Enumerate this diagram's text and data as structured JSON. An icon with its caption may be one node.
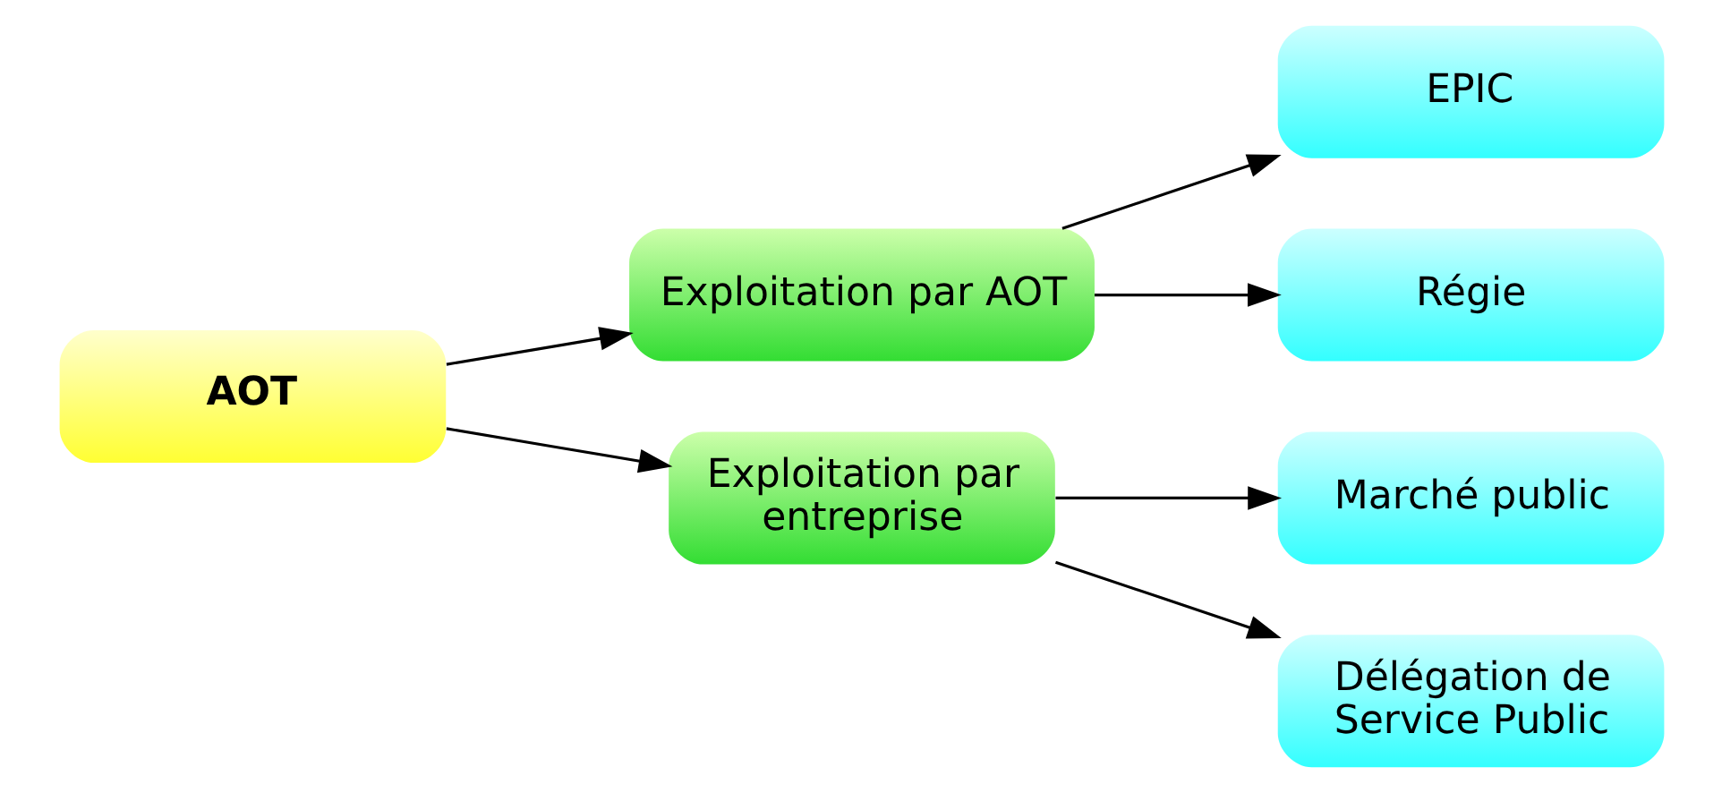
{
  "diagram": {
    "nodes": [
      {
        "text": [
          "AOT"
        ]
      },
      {
        "text": [
          "Exploitation par AOT"
        ]
      },
      {
        "text": [
          "Exploitation par entreprise"
        ]
      },
      {
        "text": [
          "EPIC"
        ]
      },
      {
        "text": [
          "Régie"
        ]
      },
      {
        "text": [
          "Marché public"
        ]
      },
      {
        "text": [
          "Délégation de Service Public"
        ]
      }
    ],
    "edges": [
      {
        "from": 0,
        "to": 1,
        "arrow": "to"
      },
      {
        "from": 0,
        "to": 2,
        "arrow": "to"
      },
      {
        "from": 1,
        "to": 3,
        "arrow": "to"
      },
      {
        "from": 1,
        "to": 4,
        "arrow": "to"
      },
      {
        "from": 2,
        "to": 5,
        "arrow": "to"
      },
      {
        "from": 2,
        "to": 6,
        "arrow": "to"
      }
    ]
  }
}
